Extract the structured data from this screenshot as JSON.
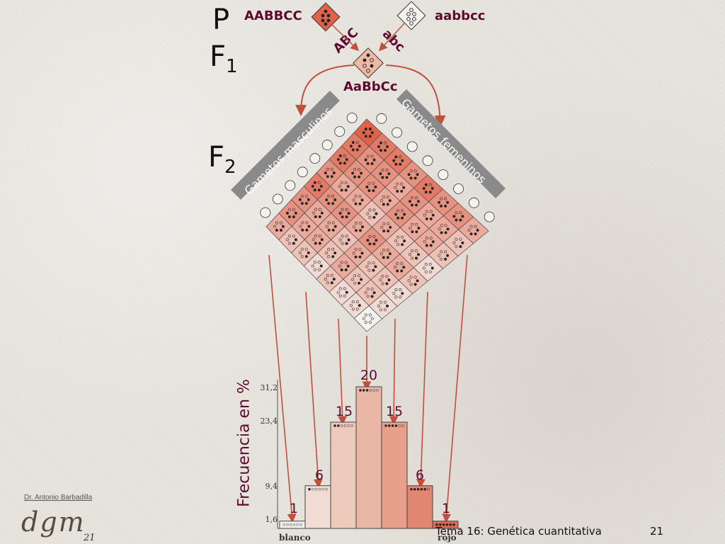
{
  "generations": {
    "p": "P",
    "f1": "F",
    "f1_sub": "1",
    "f2": "F",
    "f2_sub": "2"
  },
  "genotypes": {
    "parent_dominant": "AABBCC",
    "parent_recessive": "aabbcc",
    "f1": "AaBbCc"
  },
  "gametes": {
    "parent_dominant": "ABC",
    "parent_recessive": "abc",
    "male_band": "Gametos masculinos",
    "female_band": "Gametos femeninos"
  },
  "colors": {
    "accent": "#5c0b2e",
    "arrow": "#c0503c",
    "red_full": "#e1624a",
    "white": "#f4f2ee",
    "band": "#8a8a8a"
  },
  "chart_data": {
    "type": "bar",
    "ylabel": "Frecuencia en %",
    "categories": [
      "blanco",
      "",
      "",
      "",
      "",
      "",
      "rojo"
    ],
    "values": [
      1.6,
      9.4,
      23.4,
      31.2,
      23.4,
      9.4,
      1.6
    ],
    "labels": [
      "1",
      "6",
      "15",
      "20",
      "15",
      "6",
      "1"
    ],
    "yticks": [
      "1,6",
      "9,4",
      "23,4",
      "31,2"
    ],
    "ylim": [
      0,
      31.2
    ]
  },
  "footer": {
    "lecture": "Tema 16: Genética cuantitativa",
    "page": "21",
    "author": "Dr. Antonio Barbadilla",
    "logo": "dgm",
    "logo_number": "21"
  }
}
